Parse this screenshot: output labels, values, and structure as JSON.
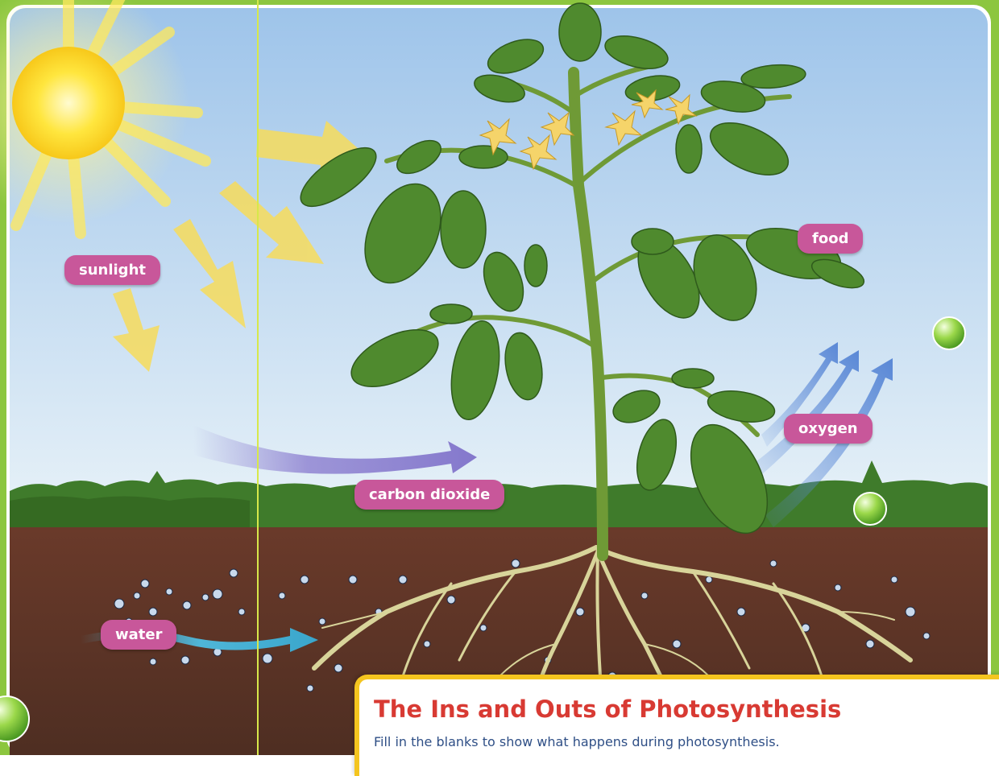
{
  "labels": {
    "sunlight": "sunlight",
    "food": "food",
    "oxygen": "oxygen",
    "carbon_dioxide": "carbon dioxide",
    "water": "water"
  },
  "title_card": {
    "title": "The Ins and Outs of Photosynthesis",
    "subtitle": "Fill in the blanks to show what happens during photosynthesis."
  },
  "colors": {
    "sky_top": "#9ec4ea",
    "sky_bottom": "#e6f1f8",
    "soil": "#5e3628",
    "label_bg": "#c8579a",
    "sun": "#ffe23a",
    "sun_arrows": "#f7dc5c",
    "co2_arrow": "#8c7fd0",
    "oxygen_arrows": "#5a88d6",
    "water_arrow": "#4fb6d8",
    "title_red": "#d83a33",
    "subtitle_blue": "#2f4f86",
    "frame_green": "#8cc63f",
    "card_border": "#f4c51f"
  },
  "icons": [
    "sun-icon",
    "plant-illustration",
    "water-drop-icon"
  ]
}
